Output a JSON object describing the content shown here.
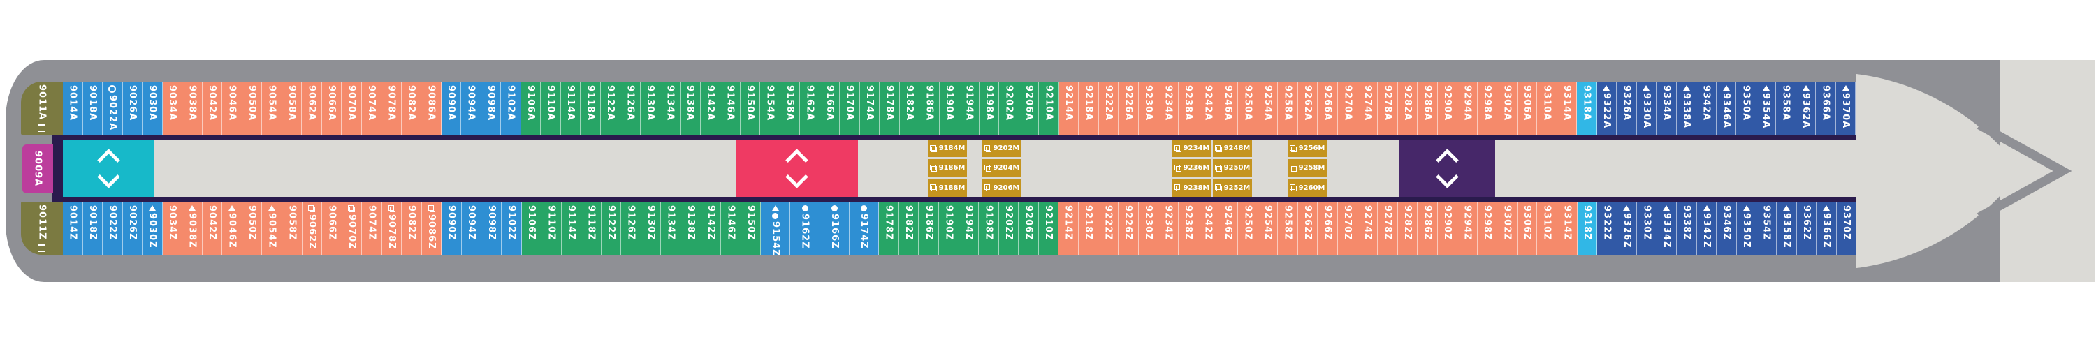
{
  "colors": {
    "hull": "#8F9095",
    "deck": "#DBDAD6",
    "corridor": "#2A1B4D",
    "olive": "#7B7A41",
    "magenta": "#BC3D9C",
    "blue": "#2E8FD3",
    "orange": "#F58A6B",
    "green": "#27A566",
    "cyan": "#31B7E6",
    "royal": "#3159A6",
    "gold": "#C4941F",
    "teal": "#17B9C9",
    "pink": "#EF3A63",
    "purple": "#462769"
  },
  "left_end": {
    "top": {
      "n": "9011A"
    },
    "mid": {
      "n": "9009A"
    },
    "bottom": {
      "n": "9011Z"
    }
  },
  "rows": {
    "top": [
      [
        "9014A",
        "blue"
      ],
      [
        "9018A",
        "blue"
      ],
      [
        "9022A",
        "blue",
        [
          "ring"
        ]
      ],
      [
        "9026A",
        "blue"
      ],
      [
        "9030A",
        "blue"
      ],
      [
        "9034A",
        "orange"
      ],
      [
        "9038A",
        "orange"
      ],
      [
        "9042A",
        "orange"
      ],
      [
        "9046A",
        "orange"
      ],
      [
        "9050A",
        "orange"
      ],
      [
        "9054A",
        "orange"
      ],
      [
        "9058A",
        "orange"
      ],
      [
        "9062A",
        "orange"
      ],
      [
        "9066A",
        "orange"
      ],
      [
        "9070A",
        "orange"
      ],
      [
        "9074A",
        "orange"
      ],
      [
        "9078A",
        "orange"
      ],
      [
        "9082A",
        "orange"
      ],
      [
        "9086A",
        "orange"
      ],
      [
        "9090A",
        "blue"
      ],
      [
        "9094A",
        "blue"
      ],
      [
        "9098A",
        "blue"
      ],
      [
        "9102A",
        "blue"
      ],
      [
        "9106A",
        "green"
      ],
      [
        "9110A",
        "green"
      ],
      [
        "9114A",
        "green"
      ],
      [
        "9118A",
        "green"
      ],
      [
        "9122A",
        "green"
      ],
      [
        "9126A",
        "green"
      ],
      [
        "9130A",
        "green"
      ],
      [
        "9134A",
        "green"
      ],
      [
        "9138A",
        "green"
      ],
      [
        "9142A",
        "green"
      ],
      [
        "9146A",
        "green"
      ],
      [
        "9150A",
        "green"
      ],
      [
        "9154A",
        "green"
      ],
      [
        "9158A",
        "green"
      ],
      [
        "9162A",
        "green"
      ],
      [
        "9166A",
        "green"
      ],
      [
        "9170A",
        "green"
      ],
      [
        "9174A",
        "green"
      ],
      [
        "9178A",
        "green"
      ],
      [
        "9182A",
        "green"
      ],
      [
        "9186A",
        "green"
      ],
      [
        "9190A",
        "green"
      ],
      [
        "9194A",
        "green"
      ],
      [
        "9198A",
        "green"
      ],
      [
        "9202A",
        "green"
      ],
      [
        "9206A",
        "green"
      ],
      [
        "9210A",
        "green"
      ],
      [
        "9214A",
        "orange"
      ],
      [
        "9218A",
        "orange"
      ],
      [
        "9222A",
        "orange"
      ],
      [
        "9226A",
        "orange"
      ],
      [
        "9230A",
        "orange"
      ],
      [
        "9234A",
        "orange"
      ],
      [
        "9238A",
        "orange"
      ],
      [
        "9242A",
        "orange"
      ],
      [
        "9246A",
        "orange"
      ],
      [
        "9250A",
        "orange"
      ],
      [
        "9254A",
        "orange"
      ],
      [
        "9258A",
        "orange"
      ],
      [
        "9262A",
        "orange"
      ],
      [
        "9266A",
        "orange"
      ],
      [
        "9270A",
        "orange"
      ],
      [
        "9274A",
        "orange"
      ],
      [
        "9278A",
        "orange"
      ],
      [
        "9282A",
        "orange"
      ],
      [
        "9286A",
        "orange"
      ],
      [
        "9290A",
        "orange"
      ],
      [
        "9294A",
        "orange"
      ],
      [
        "9298A",
        "orange"
      ],
      [
        "9302A",
        "orange"
      ],
      [
        "9306A",
        "orange"
      ],
      [
        "9310A",
        "orange"
      ],
      [
        "9314A",
        "orange"
      ],
      [
        "9318A",
        "cyan"
      ],
      [
        "9322A",
        "royal",
        [
          "tri"
        ]
      ],
      [
        "9326A",
        "royal"
      ],
      [
        "9330A",
        "royal",
        [
          "tri"
        ]
      ],
      [
        "9334A",
        "royal"
      ],
      [
        "9338A",
        "royal",
        [
          "tri"
        ]
      ],
      [
        "9342A",
        "royal"
      ],
      [
        "9346A",
        "royal",
        [
          "tri"
        ]
      ],
      [
        "9350A",
        "royal"
      ],
      [
        "9354A",
        "royal",
        [
          "tri"
        ]
      ],
      [
        "9358A",
        "royal"
      ],
      [
        "9362A",
        "royal",
        [
          "tri"
        ]
      ],
      [
        "9366A",
        "royal"
      ],
      [
        "9370A",
        "royal",
        [
          "tri"
        ]
      ]
    ],
    "bottom": [
      [
        "9014Z",
        "blue"
      ],
      [
        "9018Z",
        "blue"
      ],
      [
        "9022Z",
        "blue"
      ],
      [
        "9026Z",
        "blue"
      ],
      [
        "9030Z",
        "blue",
        [
          "tri"
        ]
      ],
      [
        "9034Z",
        "orange"
      ],
      [
        "9038Z",
        "orange",
        [
          "tri"
        ]
      ],
      [
        "9042Z",
        "orange"
      ],
      [
        "9046Z",
        "orange",
        [
          "tri"
        ]
      ],
      [
        "9050Z",
        "orange"
      ],
      [
        "9054Z",
        "orange",
        [
          "tri"
        ]
      ],
      [
        "9058Z",
        "orange"
      ],
      [
        "9062Z",
        "orange",
        [
          "conn"
        ]
      ],
      [
        "9066Z",
        "orange"
      ],
      [
        "9070Z",
        "orange",
        [
          "conn"
        ]
      ],
      [
        "9074Z",
        "orange"
      ],
      [
        "9078Z",
        "orange",
        [
          "conn"
        ]
      ],
      [
        "9082Z",
        "orange"
      ],
      [
        "9086Z",
        "orange",
        [
          "conn"
        ]
      ],
      [
        "9090Z",
        "blue"
      ],
      [
        "9094Z",
        "blue"
      ],
      [
        "9098Z",
        "blue"
      ],
      [
        "9102Z",
        "blue"
      ],
      [
        "9106Z",
        "green"
      ],
      [
        "9110Z",
        "green"
      ],
      [
        "9114Z",
        "green"
      ],
      [
        "9118Z",
        "green"
      ],
      [
        "9122Z",
        "green"
      ],
      [
        "9126Z",
        "green"
      ],
      [
        "9130Z",
        "green"
      ],
      [
        "9134Z",
        "green"
      ],
      [
        "9138Z",
        "green"
      ],
      [
        "9142Z",
        "green"
      ],
      [
        "9146Z",
        "green"
      ],
      [
        "9150Z",
        "green"
      ],
      [
        "9154Z",
        "blue",
        [
          "tri",
          "dot"
        ],
        1.5
      ],
      [
        "9162Z",
        "blue",
        [
          "dot"
        ],
        1.5
      ],
      [
        "9166Z",
        "blue",
        [
          "dot"
        ],
        1.5
      ],
      [
        "9174Z",
        "blue",
        [
          "dot"
        ],
        1.5
      ],
      [
        "9178Z",
        "green"
      ],
      [
        "9182Z",
        "green"
      ],
      [
        "9186Z",
        "green"
      ],
      [
        "9190Z",
        "green"
      ],
      [
        "9194Z",
        "green"
      ],
      [
        "9198Z",
        "green"
      ],
      [
        "9202Z",
        "green"
      ],
      [
        "9206Z",
        "green"
      ],
      [
        "9210Z",
        "green"
      ],
      [
        "9214Z",
        "orange"
      ],
      [
        "9218Z",
        "orange"
      ],
      [
        "9222Z",
        "orange"
      ],
      [
        "9226Z",
        "orange"
      ],
      [
        "9230Z",
        "orange"
      ],
      [
        "9234Z",
        "orange"
      ],
      [
        "9238Z",
        "orange"
      ],
      [
        "9242Z",
        "orange"
      ],
      [
        "9246Z",
        "orange"
      ],
      [
        "9250Z",
        "orange"
      ],
      [
        "9254Z",
        "orange"
      ],
      [
        "9258Z",
        "orange"
      ],
      [
        "9262Z",
        "orange"
      ],
      [
        "9266Z",
        "orange"
      ],
      [
        "9270Z",
        "orange"
      ],
      [
        "9274Z",
        "orange"
      ],
      [
        "9278Z",
        "orange"
      ],
      [
        "9282Z",
        "orange"
      ],
      [
        "9286Z",
        "orange"
      ],
      [
        "9290Z",
        "orange"
      ],
      [
        "9294Z",
        "orange"
      ],
      [
        "9298Z",
        "orange"
      ],
      [
        "9302Z",
        "orange"
      ],
      [
        "9306Z",
        "orange"
      ],
      [
        "9310Z",
        "orange"
      ],
      [
        "9314Z",
        "orange"
      ],
      [
        "9318Z",
        "cyan"
      ],
      [
        "9322Z",
        "royal"
      ],
      [
        "9326Z",
        "royal",
        [
          "tri"
        ]
      ],
      [
        "9330Z",
        "royal"
      ],
      [
        "9334Z",
        "royal",
        [
          "tri"
        ]
      ],
      [
        "9338Z",
        "royal"
      ],
      [
        "9342Z",
        "royal",
        [
          "tri"
        ]
      ],
      [
        "9346Z",
        "royal"
      ],
      [
        "9350Z",
        "royal",
        [
          "tri"
        ]
      ],
      [
        "9354Z",
        "royal"
      ],
      [
        "9358Z",
        "royal",
        [
          "tri"
        ]
      ],
      [
        "9362Z",
        "royal"
      ],
      [
        "9366Z",
        "royal",
        [
          "tri"
        ]
      ],
      [
        "9370Z",
        "royal"
      ]
    ]
  },
  "suites": [
    {
      "id": "suites-group-1",
      "cols": [
        [
          "9184M",
          "9186M",
          "9188M"
        ],
        [
          "9202M",
          "9204M",
          "9206M"
        ]
      ]
    },
    {
      "id": "suites-group-2",
      "cols": [
        [
          "9234M",
          "9236M",
          "9238M"
        ],
        [
          "9248M",
          "9250M",
          "9252M"
        ]
      ]
    },
    {
      "id": "suites-group-3",
      "cols": [
        [
          "9256M",
          "9258M",
          "9260M"
        ]
      ]
    }
  ]
}
